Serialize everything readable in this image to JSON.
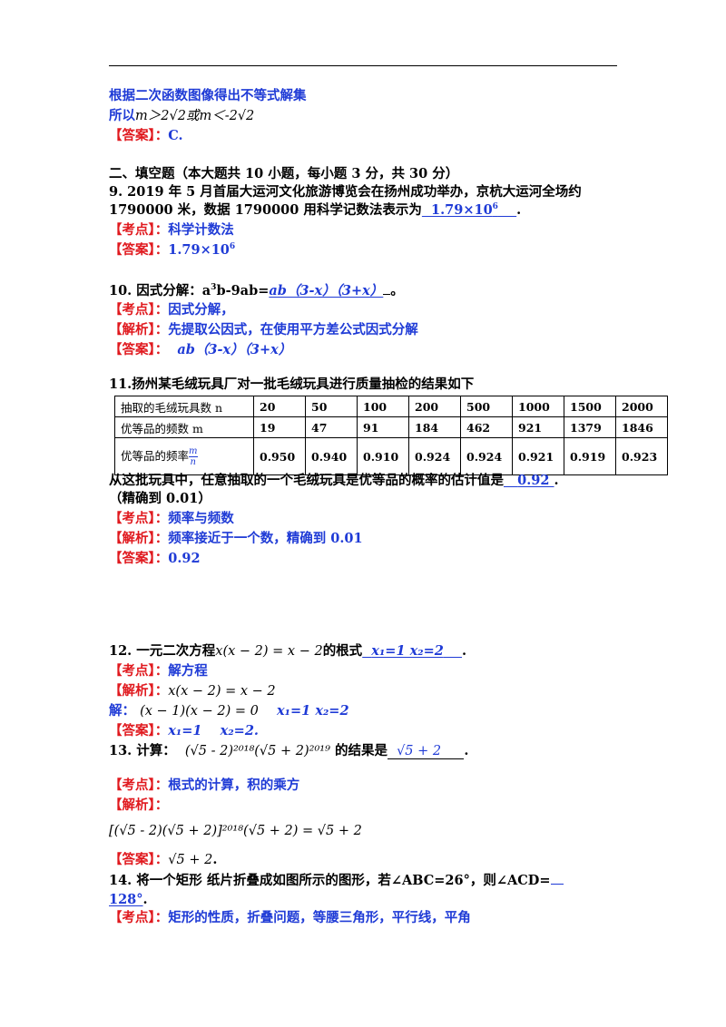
{
  "lines": {
    "l1": "根据二次函数图像得出不等式解集",
    "l2a": "所以",
    "l2b": "m＞2√2或m＜-2√2",
    "l3a": "【答案】：",
    "l3b": "C.",
    "sec2": "二、填空题（本大题共 10 小题，每小题 3 分，共 30 分）",
    "q9a": "9. 2019 年 5 月首届大运河文化旅游博览会在扬州成功举办，京杭大运河全场约",
    "q9b": "1790000 米，数据 1790000 用科学记数法表示为",
    "q9ans": "1.79×10",
    "q9ansExp": "6",
    "q9end": ".",
    "q9kd": "【考点】：",
    "q9kdv": "科学计数法",
    "q9da": "【答案】：",
    "q9dav": "1.79×10",
    "q9daExp": "6",
    "q10a": "10. 因式分解：a",
    "q10exp": "3",
    "q10b": "b-9ab=",
    "q10ans": "ab（3-x）（3+x）",
    "q10end": "。",
    "q10kd": "【考点】：",
    "q10kdv": "因式分解，",
    "q10jx": "【解析】：",
    "q10jxv": "先提取公因式，在使用平方差公式因式分解",
    "q10da": "【答案】：",
    "q10dav": "ab（3-x）（3+x）",
    "q11a": "11.扬州某毛绒玩具厂对一批毛绒玩具进行质量抽检的结果如下",
    "q11b": "从这批玩具中，任意抽取的一个毛绒玩具是优等品的概率的估计值是",
    "q11ans": "0.92",
    "q11end": ".",
    "q11c": "（精确到 0.01）",
    "q11kd": "【考点】：",
    "q11kdv": "频率与频数",
    "q11jx": "【解析】：",
    "q11jxv": "频率接近于一个数，精确到 0.01",
    "q11da": "【答案】：",
    "q11dav": "0.92",
    "q12a": "12. 一元二次方程",
    "q12eq": "x(x − 2) = x − 2",
    "q12b": "的根式",
    "q12ans": "x₁=1 x₂=2",
    "q12end": ".",
    "q12kd": "【考点】：",
    "q12kdv": "解方程",
    "q12jx": "【解析】：",
    "q12jxeq": "x(x − 2) = x − 2",
    "q12jie": "解：",
    "q12jieeq": "(x − 1)(x − 2) = 0",
    "q12jiev": "x₁=1 x₂=2",
    "q12da": "【答案】：",
    "q12dav": "x₁=1    x₂=2.",
    "q13a": "13. 计算：",
    "q13eq": "(√5 - 2)²⁰¹⁸(√5 + 2)²⁰¹⁹",
    "q13b": "的结果是",
    "q13ans": "√5 + 2",
    "q13end": ".",
    "q13kd": "【考点】：",
    "q13kdv": "根式的计算，积的乘方",
    "q13jx": "【解析】：",
    "q13jxeq": "[(√5 - 2)(√5 + 2)]²⁰¹⁸(√5 + 2) = √5 + 2",
    "q13da": "【答案】：",
    "q13dav": "√5 + 2",
    "q13daend": ".",
    "q14a": "14. 将一个矩形 纸片折叠成如图所示的图形，若∠ABC=26°，则∠ACD=",
    "q14ans": "128°",
    "q14end": ".",
    "q14kd": "【考点】：",
    "q14kdv": "矩形的性质，折叠问题，等腰三角形，平行线，平角"
  },
  "table": {
    "rows": [
      {
        "label": "抽取的毛绒玩具数 n",
        "values": [
          "20",
          "50",
          "100",
          "200",
          "500",
          "1000",
          "1500",
          "2000"
        ]
      },
      {
        "label": "优等品的频数 m",
        "values": [
          "19",
          "47",
          "91",
          "184",
          "462",
          "921",
          "1379",
          "1846"
        ]
      },
      {
        "label": "优等品的频率",
        "frac_num": "m",
        "frac_den": "n",
        "values": [
          "0.950",
          "0.940",
          "0.910",
          "0.924",
          "0.924",
          "0.921",
          "0.919",
          "0.923"
        ]
      }
    ]
  },
  "colors": {
    "blue": "#1f3bd6",
    "red": "#e0191e"
  }
}
